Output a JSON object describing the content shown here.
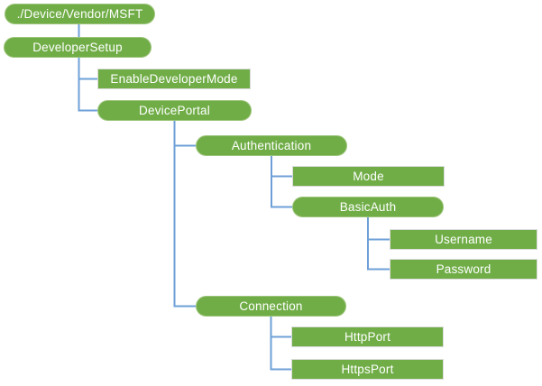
{
  "diagram": {
    "type": "tree",
    "description": "Configuration service provider node tree",
    "colors": {
      "node_fill": "#70AD47",
      "node_text": "#FFFFFF",
      "connector": "#6EA0D7",
      "rect_border": "#DCDCDC"
    },
    "nodes": [
      {
        "label": "./Device/Vendor/MSFT",
        "shape": "rounded",
        "parent": null
      },
      {
        "label": "DeveloperSetup",
        "shape": "rounded",
        "parent": "./Device/Vendor/MSFT"
      },
      {
        "label": "EnableDeveloperMode",
        "shape": "rect",
        "parent": "DeveloperSetup"
      },
      {
        "label": "DevicePortal",
        "shape": "rounded",
        "parent": "DeveloperSetup"
      },
      {
        "label": "Authentication",
        "shape": "rounded",
        "parent": "DevicePortal"
      },
      {
        "label": "Mode",
        "shape": "rect",
        "parent": "Authentication"
      },
      {
        "label": "BasicAuth",
        "shape": "rounded",
        "parent": "Authentication"
      },
      {
        "label": "Username",
        "shape": "rect",
        "parent": "BasicAuth"
      },
      {
        "label": "Password",
        "shape": "rect",
        "parent": "BasicAuth"
      },
      {
        "label": "Connection",
        "shape": "rounded",
        "parent": "DevicePortal"
      },
      {
        "label": "HttpPort",
        "shape": "rect",
        "parent": "Connection"
      },
      {
        "label": "HttpsPort",
        "shape": "rect",
        "parent": "Connection"
      }
    ]
  }
}
